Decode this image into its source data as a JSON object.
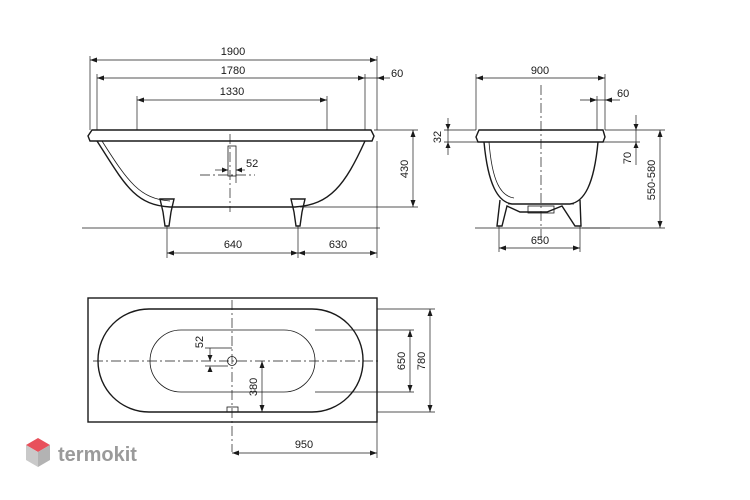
{
  "side_view": {
    "overall_length": "1900",
    "inner_length": "1780",
    "rim_width": "60",
    "bottom_length": "1330",
    "drain_offset": "52",
    "depth": "430",
    "leg_spacing": "640",
    "leg_end_offset": "630"
  },
  "end_view": {
    "overall_width": "900",
    "rim_width": "60",
    "rim_thickness": "32",
    "rim_drop": "70",
    "height_range": "550-580",
    "leg_width": "650"
  },
  "plan_view": {
    "drain_offset": "52",
    "drain_to_edge": "380",
    "inner_width": "650",
    "overall_width": "780",
    "drain_position": "950"
  },
  "brand": {
    "name": "termokit",
    "colors": {
      "top": "#e8505b",
      "left": "#c9c9c9",
      "right": "#b3b3b3",
      "text": "#9a9a9a"
    }
  }
}
